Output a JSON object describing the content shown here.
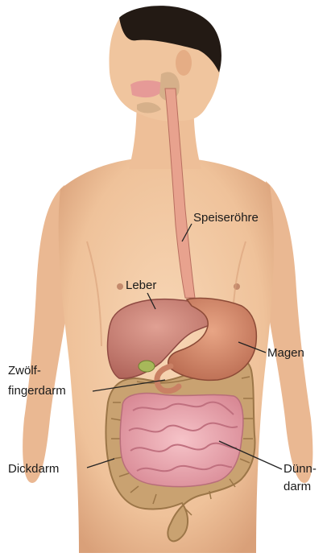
{
  "labels": {
    "speiseroehre": "Speiseröhre",
    "leber": "Leber",
    "magen": "Magen",
    "zwoelffingerdarm_line1": "Zwölf-",
    "zwoelffingerdarm_line2": "fingerdarm",
    "dickdarm": "Dickdarm",
    "duenndarm_line1": "Dünn-",
    "duenndarm_line2": "darm"
  },
  "colors": {
    "skin": "#f2c9a4",
    "skin_shadow": "#d9a079",
    "hair": "#231a14",
    "esophagus": "#e8a28e",
    "liver": "#c77a6e",
    "stomach": "#d08a6e",
    "colon": "#c9a271",
    "small_intestine": "#efaab3",
    "label_line": "#222222"
  }
}
